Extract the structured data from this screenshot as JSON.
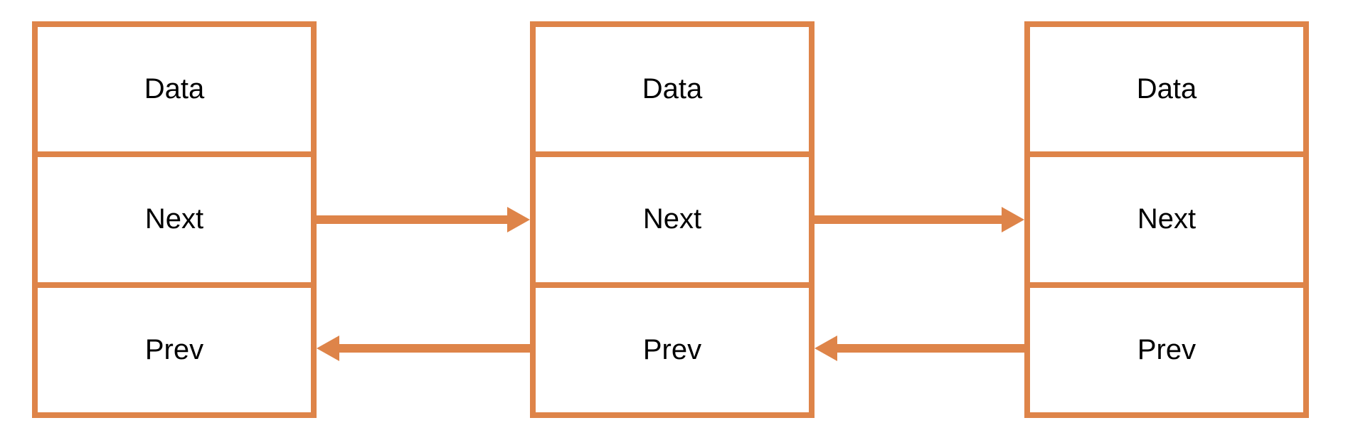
{
  "diagram": {
    "type": "doubly-linked-list",
    "background_color": "#FFFFFF",
    "accent_color": "#DE8449",
    "text_color": "#000000",
    "nodes": [
      {
        "cells": [
          {
            "label": "Data"
          },
          {
            "label": "Next"
          },
          {
            "label": "Prev"
          }
        ]
      },
      {
        "cells": [
          {
            "label": "Data"
          },
          {
            "label": "Next"
          },
          {
            "label": "Prev"
          }
        ]
      },
      {
        "cells": [
          {
            "label": "Data"
          },
          {
            "label": "Next"
          },
          {
            "label": "Prev"
          }
        ]
      }
    ],
    "arrows": [
      {
        "pointer": "next",
        "from": "node-1",
        "to": "node-2",
        "direction": "right"
      },
      {
        "pointer": "next",
        "from": "node-2",
        "to": "node-3",
        "direction": "right"
      },
      {
        "pointer": "prev",
        "from": "node-2",
        "to": "node-1",
        "direction": "left"
      },
      {
        "pointer": "prev",
        "from": "node-3",
        "to": "node-2",
        "direction": "left"
      }
    ]
  }
}
